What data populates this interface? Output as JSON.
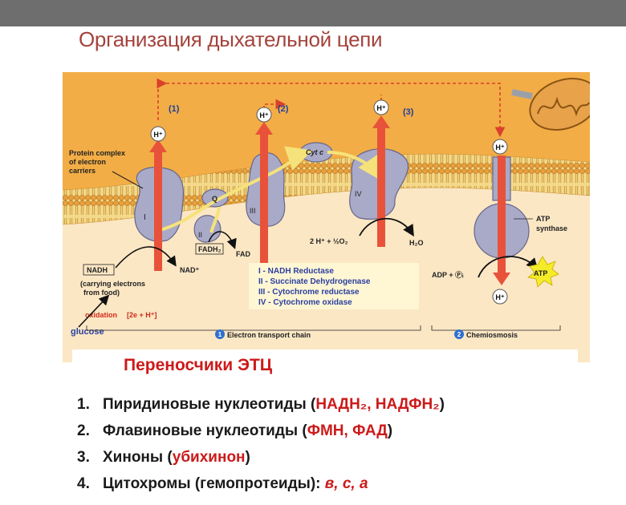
{
  "slide": {
    "title": "Организация дыхательной цепи"
  },
  "figure": {
    "complex_note": [
      "Protein complex",
      "of electron",
      "carriers"
    ],
    "proton": "H⁺",
    "pump_numbers": [
      "(1)",
      "(2)",
      "(3)"
    ],
    "complex_numerals": [
      "I",
      "II",
      "III",
      "IV"
    ],
    "q_label": "Q",
    "cytc_label": "Cyt c",
    "nadh_label": "NADH",
    "nad_label": "NAD⁺",
    "fadh2_label": "FADH₂",
    "fad_label": "FAD",
    "carrying_note": [
      "(carrying electrons",
      "from food)"
    ],
    "oxidation_label": "oxidation",
    "oxidation_detail": "[2e + H⁺]",
    "glucose_label": "glucose",
    "water_reaction_left": "2 H⁺ + ½O₂",
    "water_label": "H₂O",
    "atp_synthase_label": [
      "ATP",
      "synthase"
    ],
    "adp_label": "ADP + Ⓟᵢ",
    "atp_label": "ATP",
    "legend": [
      "I  -  NADH Reductase",
      "II  -  Succinate Dehydrogenase",
      "III  -  Cytochrome reductase",
      "IV  -  Cytochrome oxidase"
    ],
    "stage1_number": "1",
    "stage1_label": "Electron transport chain",
    "stage2_number": "2",
    "stage2_label": "Chemiosmosis"
  },
  "carriers": {
    "title": "Переносчики ЭТЦ",
    "items": [
      {
        "num": "1.",
        "text": "Пиридиновые нуклеотиды (",
        "highlight": "НАДН₂, НАДФН₂",
        "tail": ")"
      },
      {
        "num": "2.",
        "text": "Флавиновые нуклеотиды (",
        "highlight": "ФМН, ФАД",
        "tail": ")"
      },
      {
        "num": "3.",
        "text": "Хиноны (",
        "highlight": "убихинон",
        "tail": ")"
      },
      {
        "num": "4.",
        "text": "Цитохромы (гемопротеиды): ",
        "highlight": "в, с, а",
        "tail": ""
      }
    ]
  },
  "colors": {
    "title": "#a4433c",
    "accent_red": "#cc1a1a",
    "intermembrane": "#f3ad46",
    "matrix": "#fbe7c4",
    "protein": "#a9a9c8",
    "arrow_red": "#e8523a",
    "pump_number": "#1c3f9e"
  }
}
